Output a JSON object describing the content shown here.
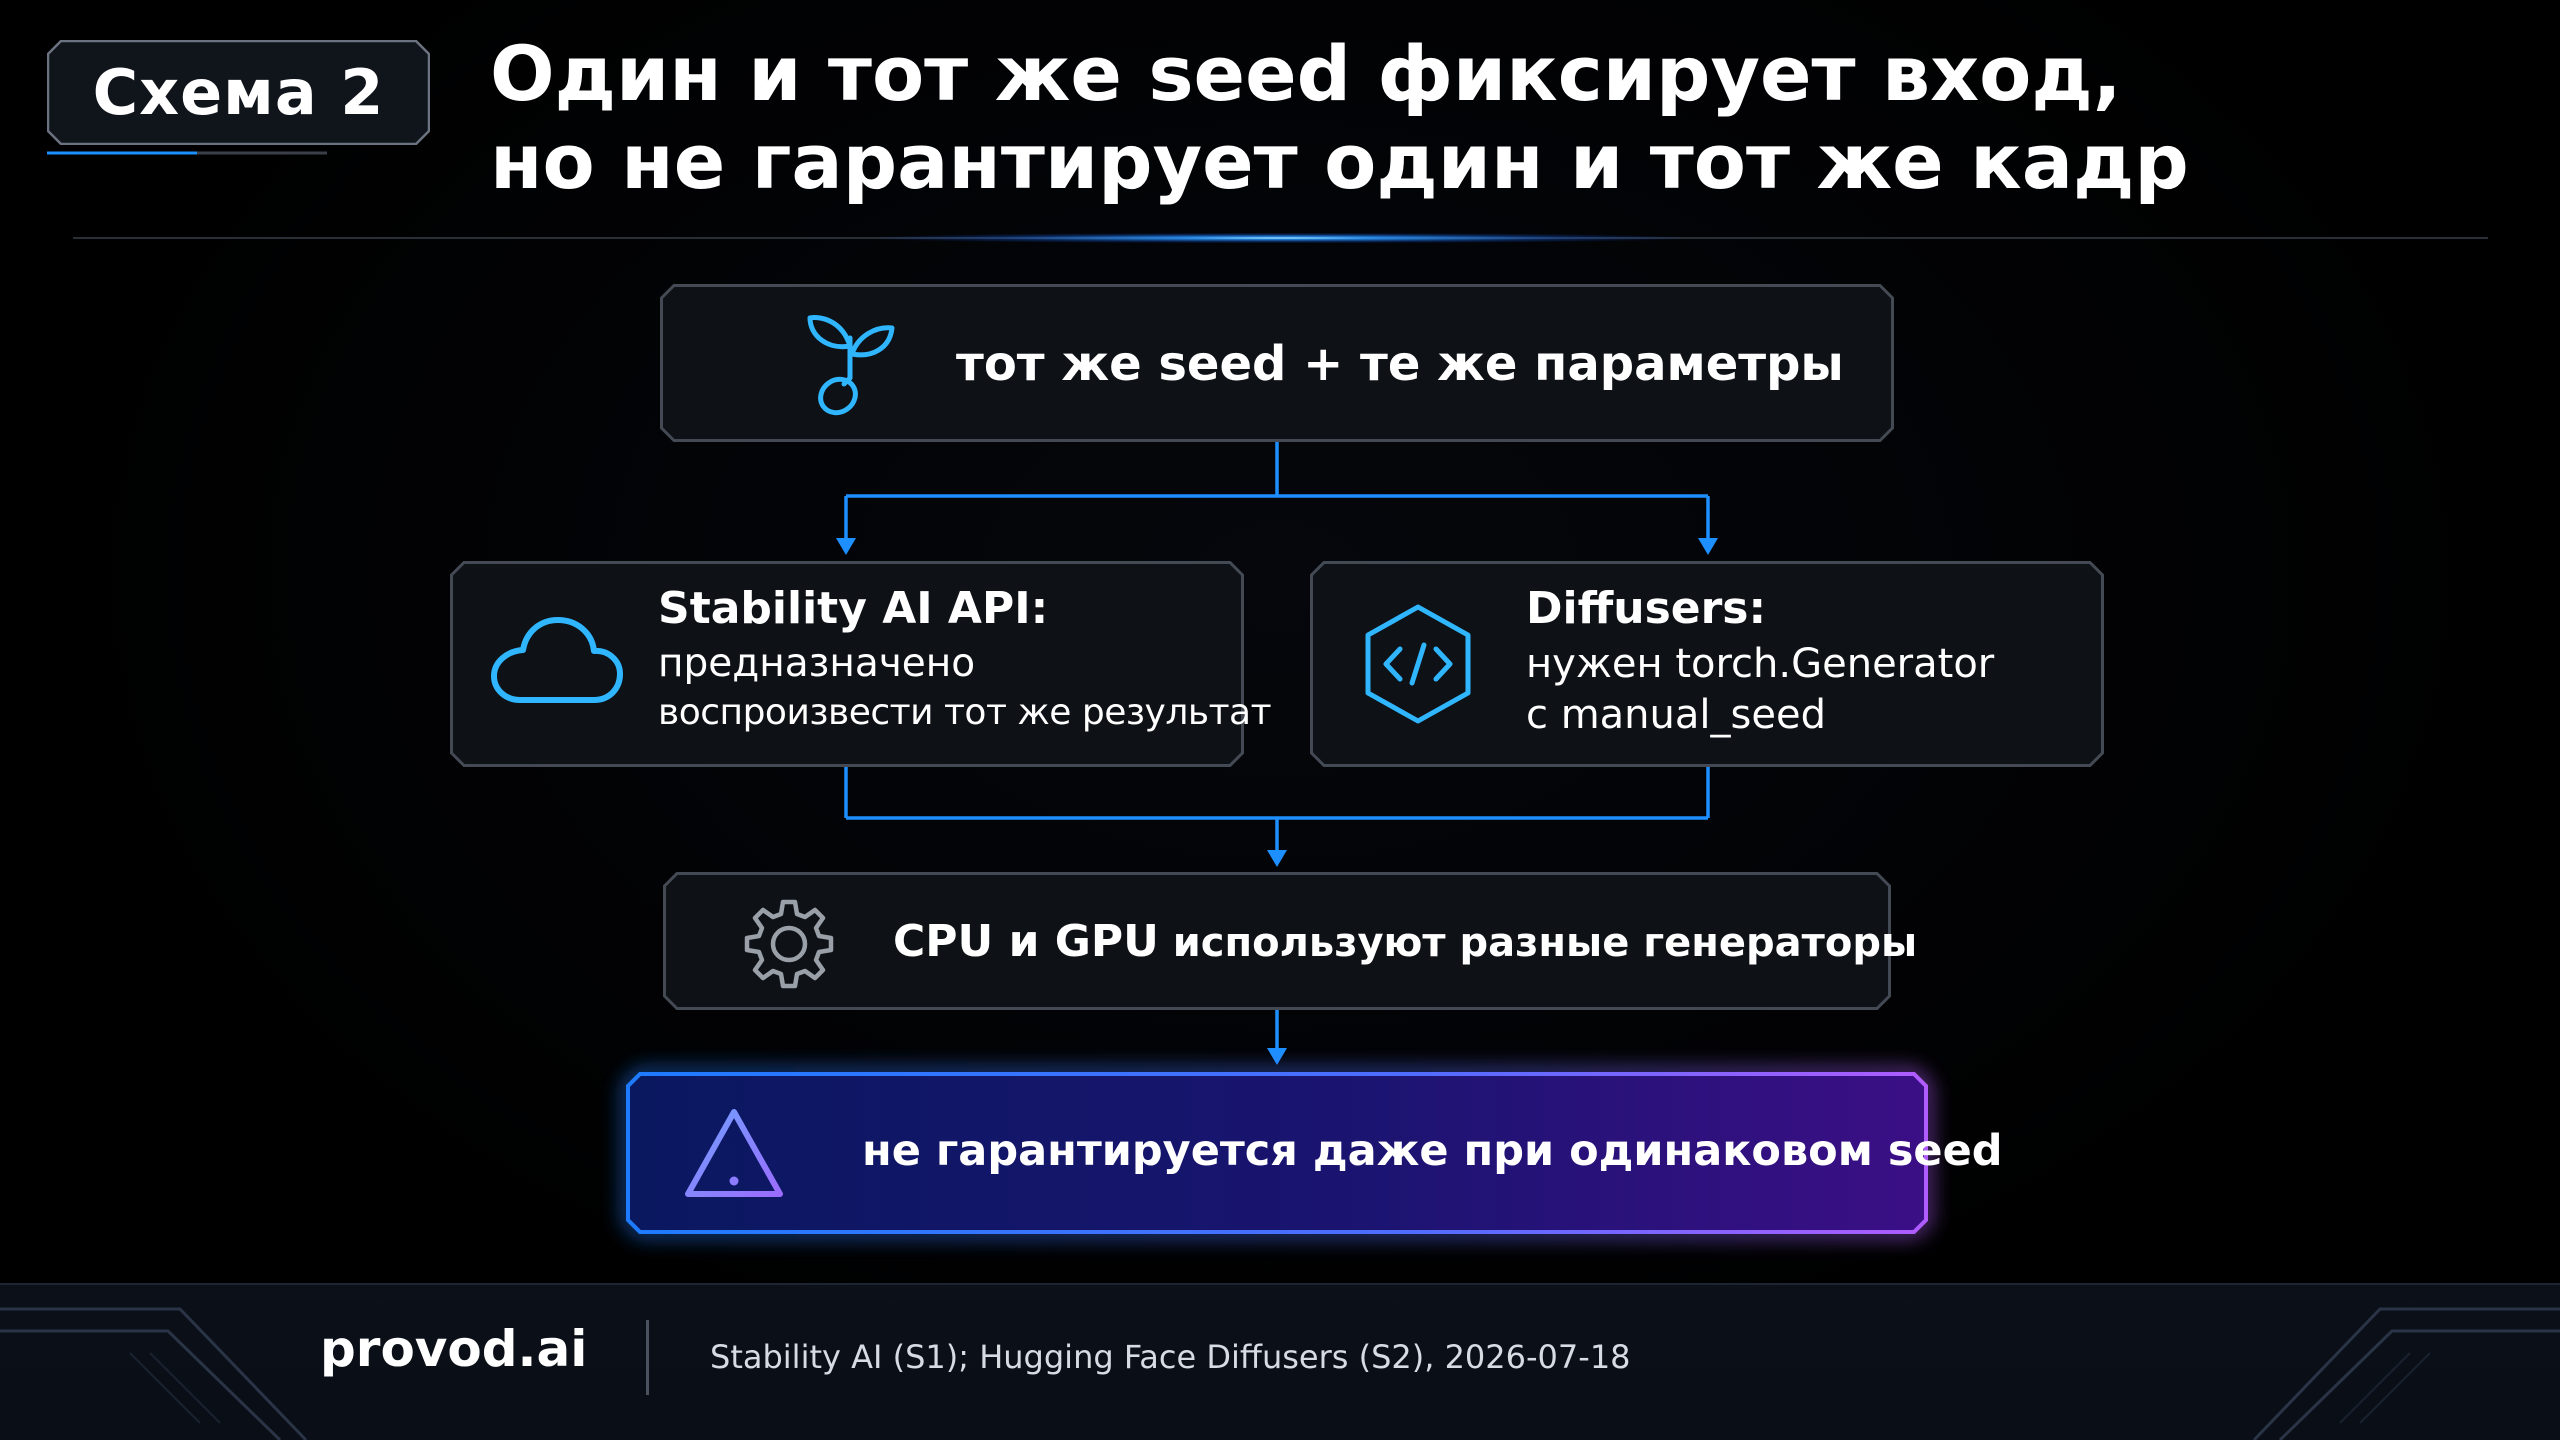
{
  "header": {
    "badge": "Схема 2",
    "title_line1": "Один и тот же seed фиксирует вход,",
    "title_line2": "но не гарантирует один и тот же кадр"
  },
  "diagram": {
    "top": {
      "icon": "sprout-icon",
      "label": "тот же seed + те же параметры"
    },
    "left": {
      "icon": "cloud-icon",
      "title": "Stability AI API:",
      "line1": "предназначено",
      "line2": "воспроизвести тот же результат"
    },
    "right": {
      "icon": "code-hexagon-icon",
      "title": "Diffusers:",
      "line1": "нужен torch.Generator",
      "line2": "с manual_seed"
    },
    "middle": {
      "icon": "gear-icon",
      "label_strong": "CPU и GPU",
      "label_rest": " используют разные генераторы"
    },
    "bottom": {
      "icon": "warning-triangle-icon",
      "label": "не гарантируется даже при одинаковом seed"
    }
  },
  "footer": {
    "brand": "provod.ai",
    "source": "Stability AI (S1); Hugging Face Diffusers (S2), 2026-07-18"
  },
  "colors": {
    "accent_blue": "#1e8fff",
    "cyan": "#2fb6ff",
    "box_border": "#3f444d",
    "warning_purple": "#8a3dff"
  }
}
